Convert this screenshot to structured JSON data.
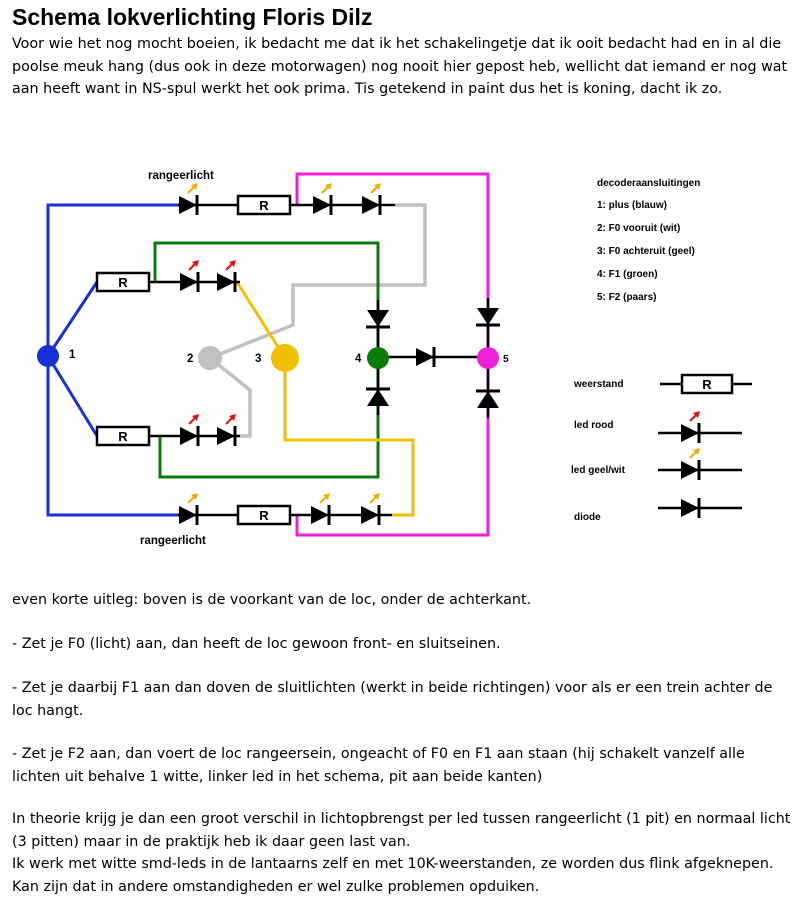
{
  "page": {
    "title": "Schema lokverlichting Floris Dilz",
    "intro": "Voor wie het nog mocht boeien, ik bedacht me dat ik het schakelingetje dat ik ooit bedacht had en in al die poolse meuk hang (dus ook in deze motorwagen) nog nooit hier gepost heb, wellicht dat iemand er nog wat aan heeft want in NS-spul werkt het ook prima. Tis getekend in paint dus het is koning, dacht ik zo."
  },
  "diagram": {
    "label_top": "rangeerlicht",
    "label_bottom": "rangeerlicht",
    "resistor_letter": "R",
    "node_labels": [
      "1",
      "2",
      "3",
      "4",
      "5"
    ],
    "legend_title": "decoderaansluitingen",
    "connections": [
      "1: plus (blauw)",
      "2: F0 vooruit (wit)",
      "3: F0 achteruit (geel)",
      "4: F1 (groen)",
      "5: F2 (paars)"
    ],
    "symbols": {
      "resistor": "weerstand",
      "led_red": "led rood",
      "led_yellow_white": "led geel/wit",
      "diode": "diode"
    },
    "colors": {
      "plus_blue": "#1a2fd6",
      "f0_forward_white": "#c0c0c0",
      "f0_reverse_yellow": "#f0c000",
      "f1_green": "#0a7a0a",
      "f2_purple": "#f020d8",
      "led_arrow_red": "#e01010",
      "led_arrow_yellow": "#e8b000"
    }
  },
  "text": {
    "p1": "even korte uitleg: boven is de voorkant van de loc, onder de achterkant.",
    "p2": "- Zet je F0 (licht) aan, dan heeft de loc gewoon front- en sluitseinen.",
    "p3": "- Zet je daarbij F1 aan dan doven de sluitlichten (werkt in beide richtingen) voor als er een trein achter de loc hangt.",
    "p4": "- Zet je F2 aan, dan voert de loc rangeersein, ongeacht of F0 en F1 aan staan (hij schakelt vanzelf alle lichten uit behalve 1 witte, linker led in het schema, pit aan beide kanten)",
    "p5a": "In theorie krijg je dan een groot verschil in lichtopbrengst per led tussen rangeerlicht (1 pit) en normaal licht (3 pitten) maar in de praktijk heb ik daar geen last van.",
    "p5b": "Ik werk met witte smd-leds in de lantaarns zelf en met 10K-weerstanden, ze worden dus flink afgeknepen. Kan zijn dat in andere omstandigheden er wel zulke problemen opduiken."
  }
}
